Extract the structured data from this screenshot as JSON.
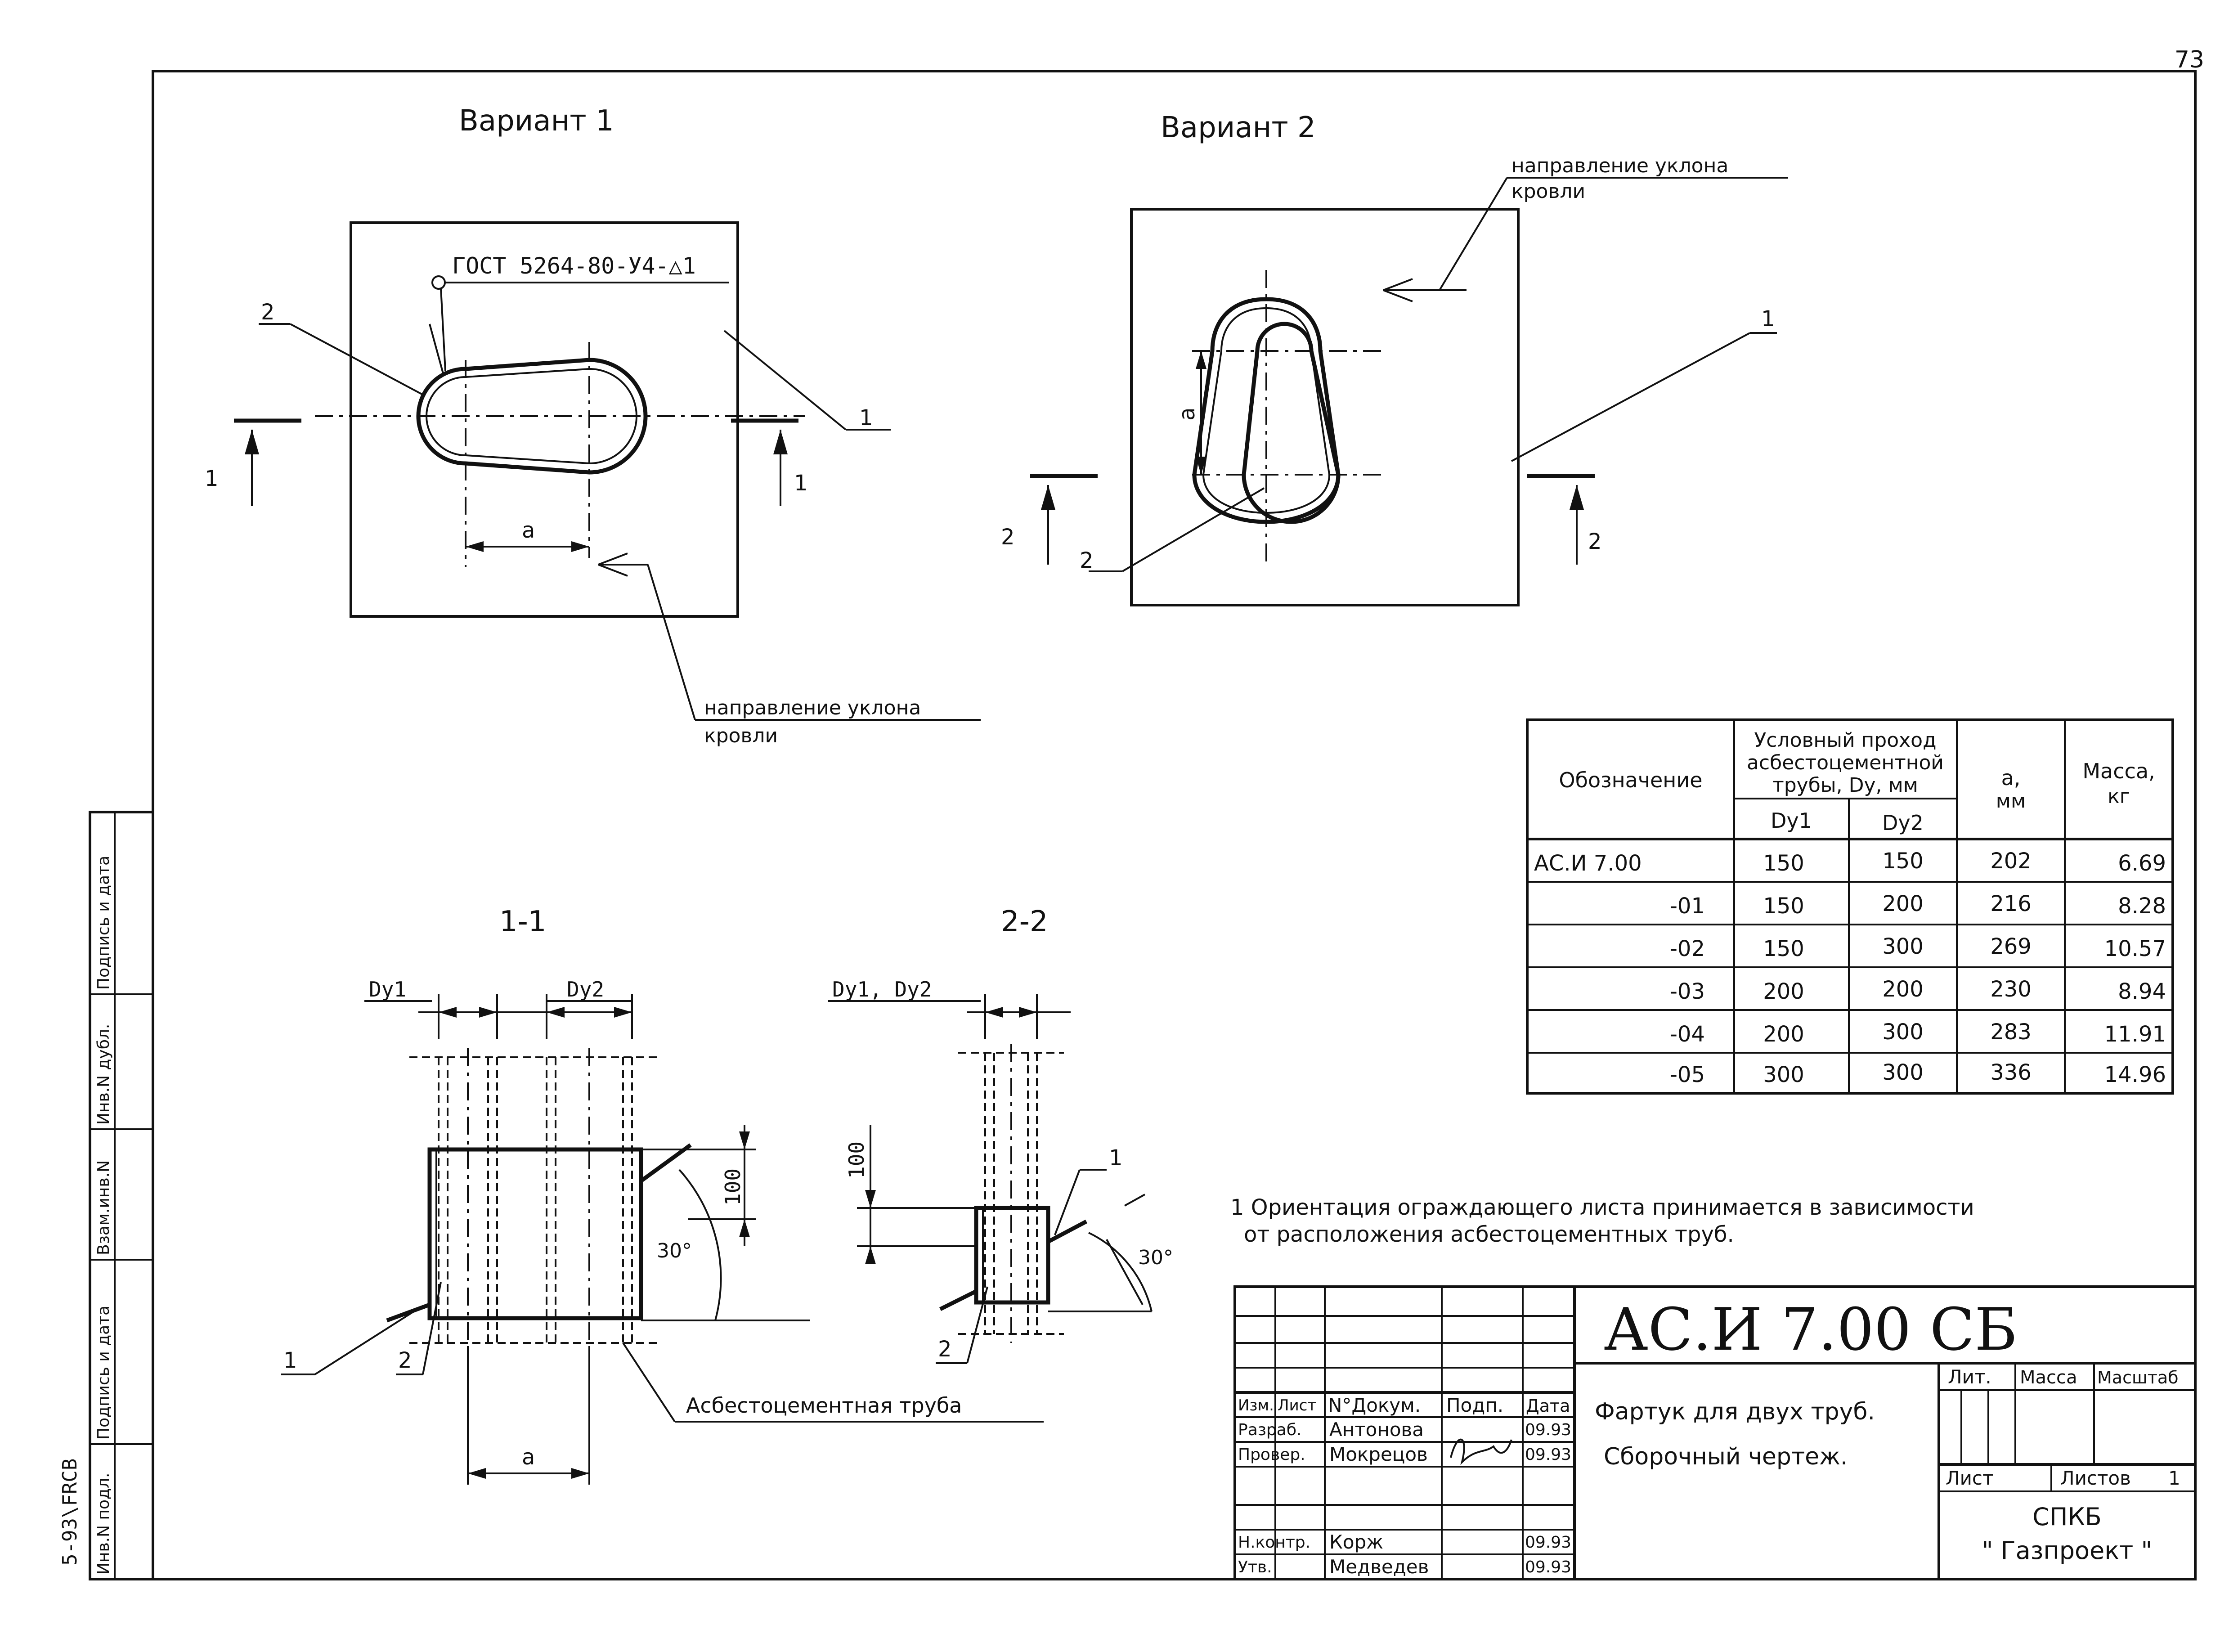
{
  "sheet": {
    "page_number": "73",
    "archive_code": "5-93\\FRCB"
  },
  "variant1": {
    "title": "Вариант 1",
    "gost": "ГОСТ 5264-80-У4-△1",
    "callout_2": "2",
    "callout_1": "1",
    "dim_a": "a",
    "section_left": "1",
    "section_right": "1",
    "slope_line1": "направление уклона",
    "slope_line2": "кровли"
  },
  "variant2": {
    "title": "Вариант 2",
    "slope_line1": "направление уклона",
    "slope_line2": "кровли",
    "callout_1": "1",
    "callout_2": "2",
    "dim_a": "a",
    "section_left": "2",
    "section_right": "2"
  },
  "section1": {
    "title": "1-1",
    "dy1": "Dy1",
    "dy2": "Dy2",
    "dim_100": "100",
    "angle": "30°",
    "callout_1": "1",
    "callout_2": "2",
    "dim_a": "a",
    "pipe_label": "Асбестоцементная труба"
  },
  "section2": {
    "title": "2-2",
    "dy": "Dy1, Dy2",
    "dim_100": "100",
    "angle": "30°",
    "callout_1": "1",
    "callout_2": "2"
  },
  "table": {
    "h_designation": "Обозначение",
    "h_passage_l1": "Условный проход",
    "h_passage_l2": "асбестоцементной",
    "h_passage_l3": "трубы, Dy, мм",
    "h_dy1": "Dy1",
    "h_dy2": "Dy2",
    "h_a_l1": "a,",
    "h_a_l2": "мм",
    "h_mass_l1": "Масса,",
    "h_mass_l2": "кг",
    "rows": [
      {
        "des": "АС.И 7.00",
        "dy1": "150",
        "dy2": "150",
        "a": "202",
        "mass": "6.69"
      },
      {
        "des": "-01",
        "dy1": "150",
        "dy2": "200",
        "a": "216",
        "mass": "8.28"
      },
      {
        "des": "-02",
        "dy1": "150",
        "dy2": "300",
        "a": "269",
        "mass": "10.57"
      },
      {
        "des": "-03",
        "dy1": "200",
        "dy2": "200",
        "a": "230",
        "mass": "8.94"
      },
      {
        "des": "-04",
        "dy1": "200",
        "dy2": "300",
        "a": "283",
        "mass": "11.91"
      },
      {
        "des": "-05",
        "dy1": "300",
        "dy2": "300",
        "a": "336",
        "mass": "14.96"
      }
    ]
  },
  "note": {
    "line1": "1 Ориентация ограждающего листа принимается в зависимости",
    "line2": "от расположения асбестоцементных труб."
  },
  "title_block": {
    "code": "АС.И 7.00 СБ",
    "name_l1": "Фартук для двух труб.",
    "name_l2": "Сборочный чертеж.",
    "h_change": "Изм.",
    "h_sheet": "Лист",
    "h_doc": "N°Докум.",
    "h_sign": "Подп.",
    "h_date": "Дата",
    "r_dev": "Разраб.",
    "dev_name": "Антонова",
    "dev_date": "09.93",
    "r_chk": "Провер.",
    "chk_name": "Мокрецов",
    "chk_date": "09.93",
    "r_nk": "Н.контр.",
    "nk_name": "Корж",
    "nk_date": "09.93",
    "r_app": "Утв.",
    "app_name": "Медведев",
    "app_date": "09.93",
    "lit": "Лит.",
    "mass": "Масса",
    "scale": "Масштаб",
    "list": "Лист",
    "lists": "Листов",
    "lists_n": "1",
    "org_l1": "СПКБ",
    "org_l2": "\" Газпроект \""
  },
  "side_stamp": {
    "inv_orig": "Инв.N подл.",
    "sign_date1": "Подпись и дата",
    "vzam": "Взам.инв.N",
    "inv_dub": "Инв.N дубл.",
    "sign_date2": "Подпись и дата"
  }
}
